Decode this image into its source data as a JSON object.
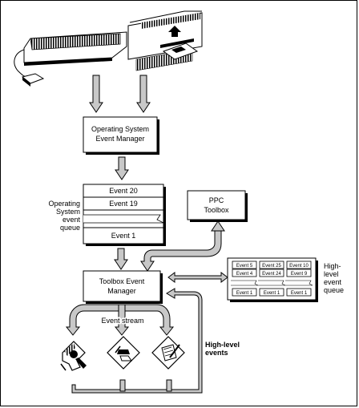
{
  "os_event_manager": {
    "line1": "Operating System",
    "line2": "Event Manager"
  },
  "os_queue": {
    "events": [
      "Event 20",
      "Event 19",
      "Event 1"
    ],
    "label": [
      "Operating",
      "System",
      "event",
      "queue"
    ]
  },
  "ppc_toolbox": {
    "line1": "PPC",
    "line2": "Toolbox"
  },
  "toolbox_event_manager": {
    "line1": "Toolbox Event",
    "line2": "Manager"
  },
  "high_level_queue": {
    "columns": [
      [
        "Event 5",
        "Event 4",
        "Event 1"
      ],
      [
        "Event 25",
        "Event 24",
        "Event 1"
      ],
      [
        "Event 10",
        "Event 9",
        "Event 1"
      ]
    ],
    "label": [
      "High-",
      "level",
      "event",
      "queue"
    ]
  },
  "event_stream_label": "Event stream",
  "high_level_events_label": [
    "High-level",
    "events"
  ],
  "icons": [
    "keyboard-icon",
    "mouse-icon",
    "computer-icon",
    "floppy-disk-icon",
    "application-icon",
    "application-icon",
    "application-icon"
  ],
  "colors": {
    "arrow_fill": "#c8c8c8",
    "stroke": "#000000",
    "background": "#ffffff"
  }
}
